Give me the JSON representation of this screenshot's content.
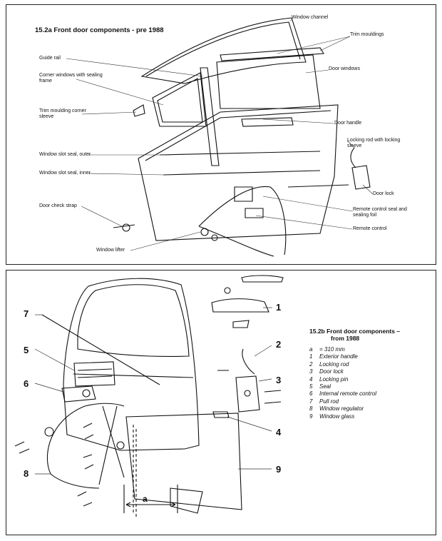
{
  "panel_a": {
    "title": "15.2a  Front door components - pre 1988",
    "labels": {
      "window_channel": "Window channel",
      "trim_mouldings": "Trim mouldings",
      "door_windows": "Door windows",
      "guide_rail": "Guide rail",
      "corner_windows": "Corner windows with sealing frame",
      "trim_moulding_corner": "Trim moulding corner sleeve",
      "door_handle": "Door handle",
      "locking_rod": "Locking rod with locking sleeve",
      "slot_seal_outer": "Window slot seal, outer",
      "slot_seal_inner": "Window slot seal, inner",
      "door_lock": "Door lock",
      "door_check_strap": "Door check strap",
      "remote_control_seal": "Remote control seal and sealing foil",
      "remote_control": "Remote control",
      "window_lifter": "Window lifter"
    }
  },
  "panel_b": {
    "title_line1": "15.2b  Front door components –",
    "title_line2": "from 1988",
    "callouts": [
      "1",
      "2",
      "3",
      "4",
      "5",
      "6",
      "7",
      "8",
      "9"
    ],
    "dimension_label": "a",
    "legend": [
      {
        "key": "a",
        "text": "= 310 mm"
      },
      {
        "key": "1",
        "text": "Exterior handle"
      },
      {
        "key": "2",
        "text": "Locking rod"
      },
      {
        "key": "3",
        "text": "Door lock"
      },
      {
        "key": "4",
        "text": "Locking pin"
      },
      {
        "key": "5",
        "text": "Seal"
      },
      {
        "key": "6",
        "text": "Internal remote control"
      },
      {
        "key": "7",
        "text": "Pull rod"
      },
      {
        "key": "8",
        "text": "Window regulator"
      },
      {
        "key": "9",
        "text": "Window glass"
      }
    ]
  }
}
